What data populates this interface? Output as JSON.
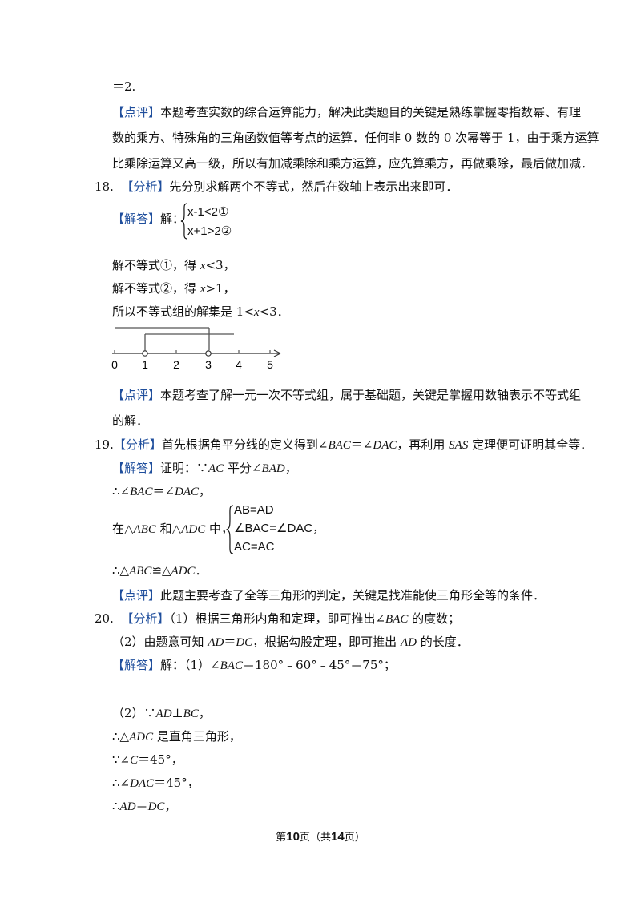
{
  "p17": {
    "l0": "＝2.",
    "c_tag": "【点评】",
    "c1": "本题考查实数的综合运算能力，解决此类题目的关键是熟练掌握零指数幂、有理",
    "c2": "数的乘方、特殊角的三角函数值等考点的运算．任何非 0 数的 0 次幂等于 1，由于乘方运算",
    "c3": "比乘除运算又高一级，所以有加减乘除和乘方运算，应先算乘方，再做乘除，最后做加减．"
  },
  "p18": {
    "num": "18.",
    "fx_tag": "【分析】",
    "fx": "先分别求解两个不等式，然后在数轴上表示出来即可．",
    "jd_tag": "【解答】",
    "jd": "解：",
    "sys1": "x-1<2①",
    "sys2": "x+1>2②",
    "s1a": "解不等式①，得 ",
    "s1x": "x",
    "s1b": "<3，",
    "s2a": "解不等式②，得 ",
    "s2x": "x",
    "s2b": ">1，",
    "s3a": "所以不等式组的解集是 1<",
    "s3x": "x",
    "s3b": "<3．",
    "ticks": [
      "0",
      "1",
      "2",
      "3",
      "4",
      "5"
    ],
    "dp_tag": "【点评】",
    "dp1": "本题考查了解一元一次不等式组，属于基础题，关键是掌握用数轴表示不等式组",
    "dp2": "的解．"
  },
  "p19": {
    "num": "19.",
    "fx_tag": "【分析】",
    "fx_a": "首先根据角平分线的定义得到∠",
    "fx_b": "BAC",
    "fx_c": "＝∠",
    "fx_d": "DAC",
    "fx_e": "，再利用 ",
    "fx_f": "SAS",
    "fx_g": " 定理便可证明其全等．",
    "jd_tag": "【解答】",
    "jd_a": "证明：∵",
    "jd_b": "AC",
    "jd_c": " 平分∠",
    "jd_d": "BAD",
    "jd_e": "，",
    "l2a": "∴∠",
    "l2b": "BAC",
    "l2c": "＝∠",
    "l2d": "DAC",
    "l2e": "，",
    "l3a": "在△",
    "l3b": "ABC",
    "l3c": " 和△",
    "l3d": "ADC",
    "l3e": " 中，",
    "sys1": "AB=AD",
    "sys2": "∠BAC=∠DAC",
    "sys3": "AC=AC",
    "sys_end": "，",
    "l4a": "∴△",
    "l4b": "ABC",
    "l4c": "≌△",
    "l4d": "ADC",
    "l4e": "．",
    "dp_tag": "【点评】",
    "dp": "此题主要考查了全等三角形的判定，关键是找准能使三角形全等的条件．"
  },
  "p20": {
    "num": "20.",
    "fx_tag": "【分析】",
    "fx1a": "（1）根据三角形内角和定理，即可推出∠",
    "fx1b": "BAC",
    "fx1c": " 的度数；",
    "fx2a": "（2）由题意可知 ",
    "fx2b": "AD",
    "fx2c": "＝",
    "fx2d": "DC",
    "fx2e": "，根据勾股定理，即可推出 ",
    "fx2f": "AD",
    "fx2g": " 的长度．",
    "jd_tag": "【解答】",
    "jd_a": "解：（1）∠",
    "jd_b": "BAC",
    "jd_c": "＝180°﹣60°﹣45°＝75°；",
    "q2a": "（2）∵",
    "q2b": "AD",
    "q2c": "⊥",
    "q2d": "BC",
    "q2e": "，",
    "q3a": "∴△",
    "q3b": "ADC",
    "q3c": " 是直角三角形，",
    "q4a": "∵∠",
    "q4b": "C",
    "q4c": "＝45°，",
    "q5a": "∴∠",
    "q5b": "DAC",
    "q5c": "＝45°，",
    "q6a": "∴",
    "q6b": "AD",
    "q6c": "＝",
    "q6d": "DC",
    "q6e": "，"
  },
  "footer": {
    "a": "第",
    "page": "10",
    "b": "页（共",
    "total": "14",
    "c": "页）"
  }
}
